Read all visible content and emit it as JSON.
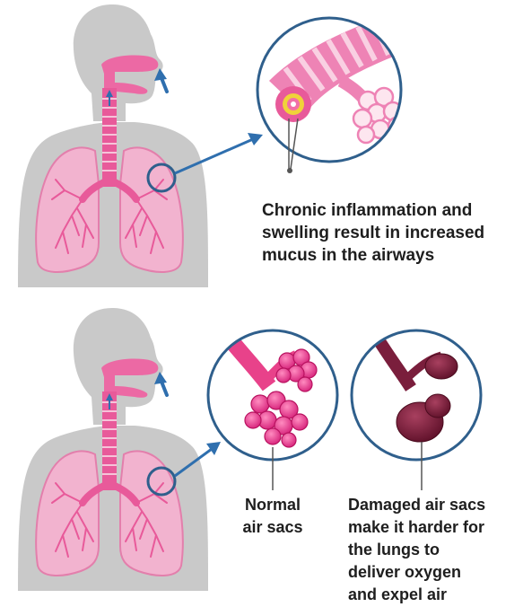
{
  "panels": {
    "bronchitis": {
      "caption": "Chronic inflammation and\nswelling result in increased\nmucus in the airways"
    },
    "emphysema": {
      "normal_caption": "Normal\nair sacs",
      "damaged_caption": "Damaged air sacs\nmake it harder for\nthe lungs to\ndeliver oxygen\nand expel air"
    }
  },
  "colors": {
    "body_silhouette": "#c9c9c9",
    "lung_fill": "#f2b3cf",
    "airway_pink": "#e85a9a",
    "airway_band": "#f6c3d9",
    "normal_sac": "#e8428a",
    "damaged_sac": "#7a1e3c",
    "callout_circle": "#2f5f8c",
    "arrow": "#2f6fae",
    "inflamed_ring": "#f0d23a"
  },
  "icons": [
    "body-silhouette",
    "lungs",
    "magnified-airway",
    "normal-alveoli",
    "damaged-alveoli",
    "callout-arrow",
    "airflow-arrow"
  ]
}
